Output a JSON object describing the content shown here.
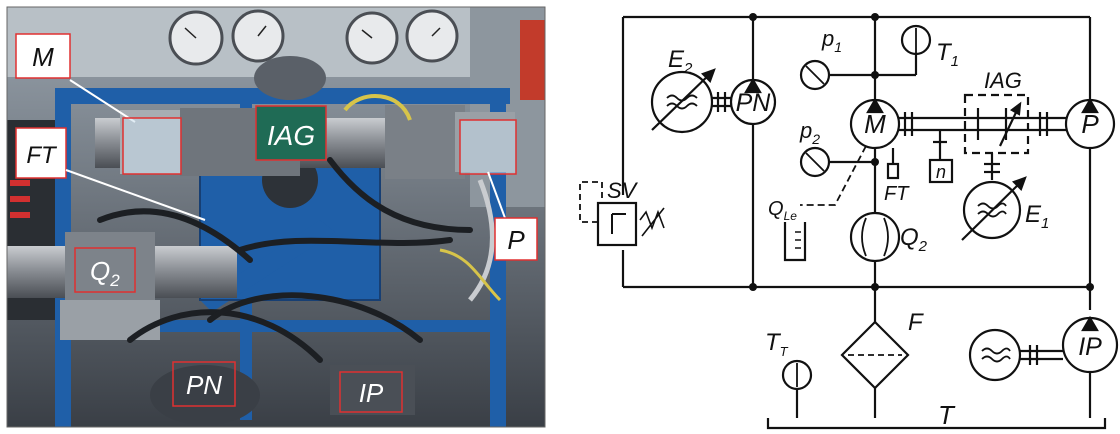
{
  "photo": {
    "labels": {
      "M": "M",
      "FT": "FT",
      "IAG": "IAG",
      "Q2": "Q",
      "Q2_sub": "2",
      "P": "P",
      "PN": "PN",
      "IP": "IP"
    }
  },
  "schematic": {
    "labels": {
      "E2": "E",
      "E2_sub": "2",
      "PN": "PN",
      "p1": "p",
      "p1_sub": "1",
      "T1": "T",
      "T1_sub": "1",
      "IAG": "IAG",
      "P": "P",
      "M": "M",
      "p2": "p",
      "p2_sub": "2",
      "FT": "FT",
      "n": "n",
      "E1": "E",
      "E1_sub": "1",
      "SV": "SV",
      "QLe": "Q",
      "QLe_sub": "Le",
      "Q2": "Q",
      "Q2_sub": "2",
      "F": "F",
      "TT": "T",
      "TT_sub": "T",
      "IP": "IP",
      "T": "T"
    }
  },
  "colors": {
    "frame_blue": "#1f5fa8",
    "frame_blue_dark": "#173f73",
    "pipe_gray": "#8a9096",
    "label_box_border": "#e03030",
    "schematic_line": "#111111"
  }
}
